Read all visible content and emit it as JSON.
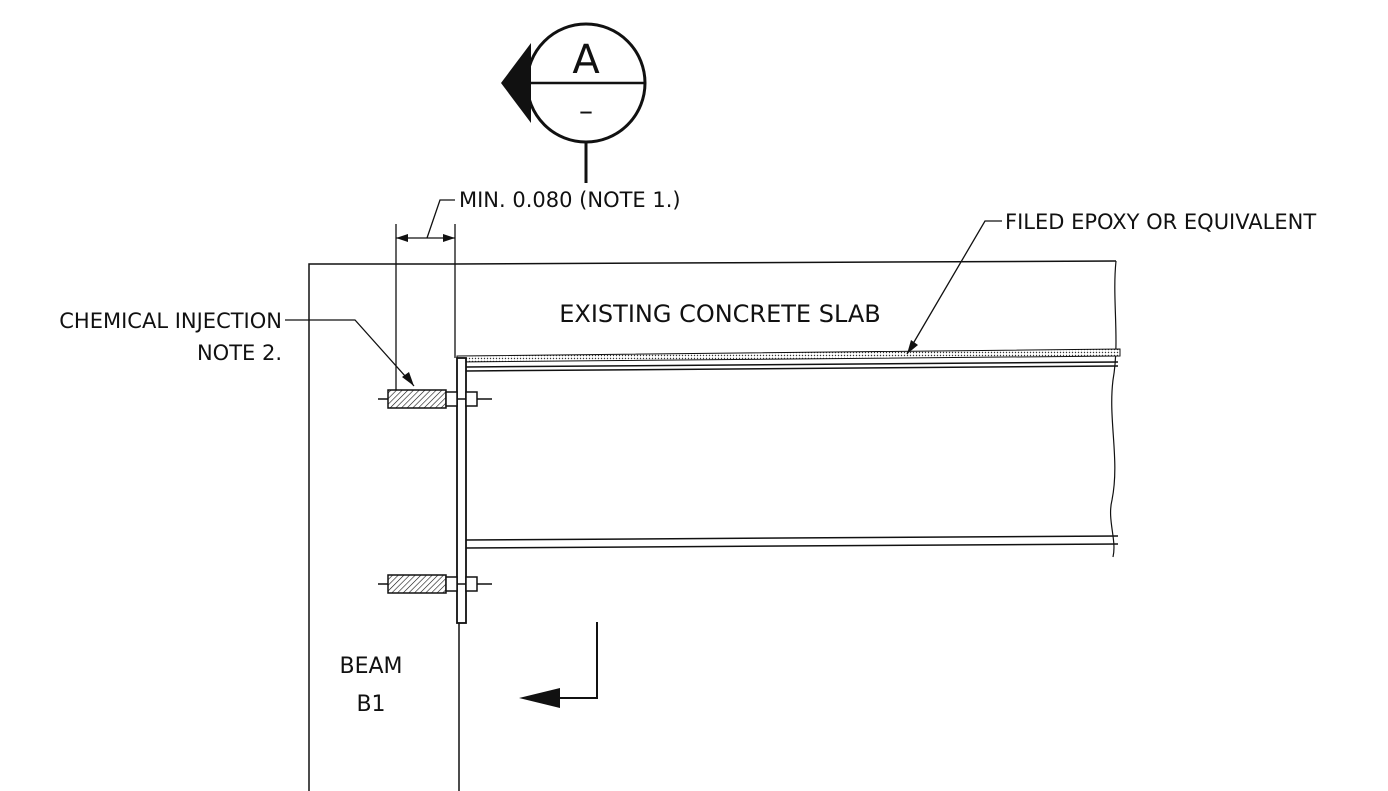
{
  "section_marker": {
    "letter": "A",
    "sheet": "–"
  },
  "labels": {
    "min_dimension": "MIN. 0.080 (NOTE 1.)",
    "filled_epoxy": "FILED EPOXY OR EQUIVALENT",
    "chemical_injection": "CHEMICAL INJECTION",
    "note_2": "NOTE 2.",
    "existing_slab": "EXISTING CONCRETE SLAB",
    "beam": "BEAM",
    "beam_id": "B1"
  },
  "colors": {
    "ink": "#111111",
    "background": "#ffffff"
  }
}
